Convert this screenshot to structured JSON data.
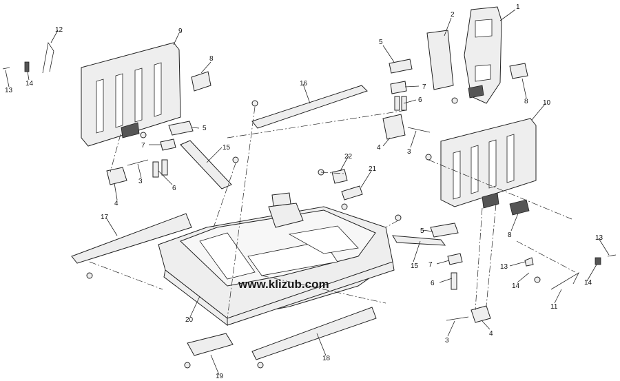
{
  "watermark": "www.klizub.com",
  "callouts": [
    "1",
    "2",
    "3",
    "3",
    "3",
    "4",
    "4",
    "4",
    "5",
    "5",
    "5",
    "6",
    "6",
    "6",
    "7",
    "7",
    "7",
    "8",
    "8",
    "8",
    "9",
    "10",
    "11",
    "12",
    "13",
    "13",
    "13",
    "14",
    "14",
    "14",
    "15",
    "15",
    "16",
    "17",
    "18",
    "19",
    "20",
    "21",
    "22"
  ]
}
